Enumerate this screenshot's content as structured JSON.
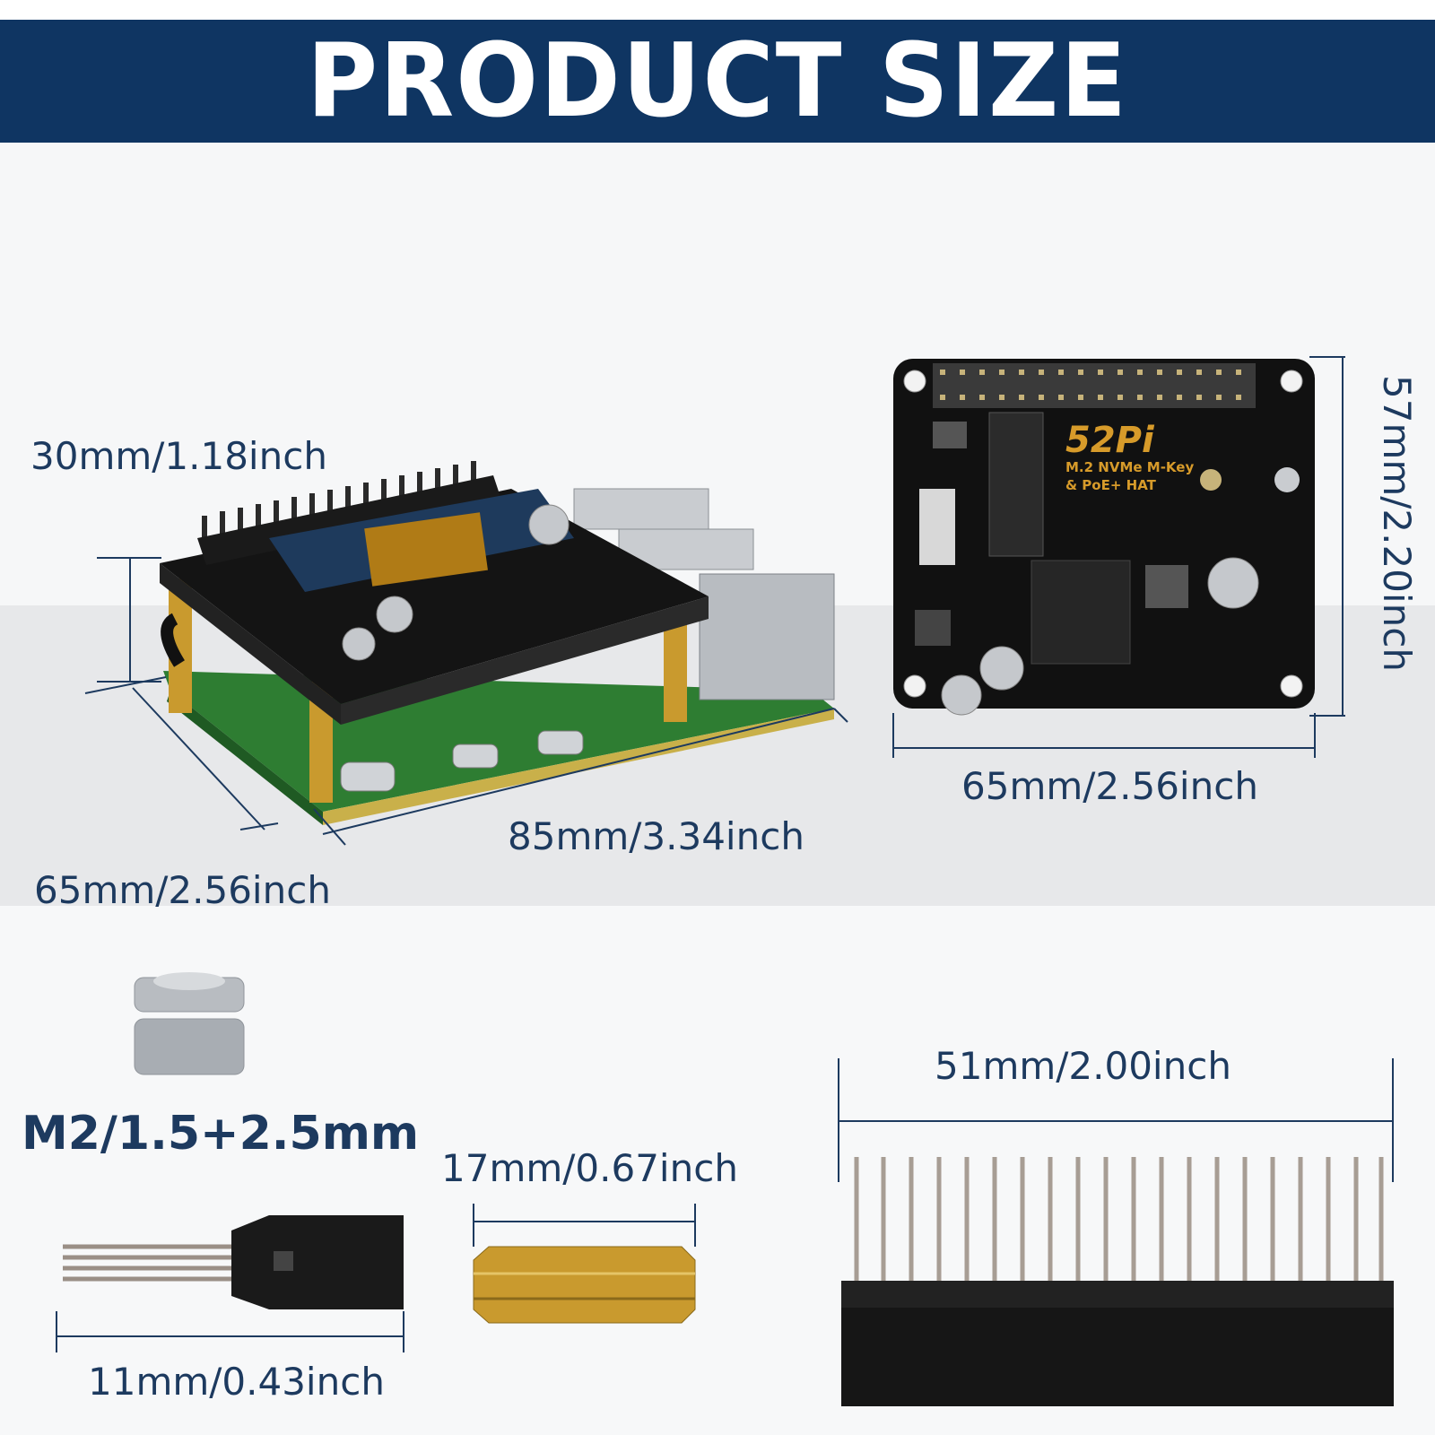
{
  "header": {
    "title": "PRODUCT SIZE"
  },
  "assembly": {
    "height_label": "30mm/1.18inch",
    "length_label": "85mm/3.34inch",
    "width_label": "65mm/2.56inch"
  },
  "hat_board": {
    "brand": "52Pi",
    "line1": "M.2 NVMe M-Key",
    "line2": "& PoE+ HAT",
    "height_label": "57mm/2.20inch",
    "width_label": "65mm/2.56inch"
  },
  "accessories": {
    "nut_label": "M2/1.5+2.5mm",
    "standoff_label": "17mm/0.67inch",
    "jumper_label": "11mm/0.43inch",
    "header_label": "51mm/2.00inch"
  },
  "colors": {
    "banner": "#0f3562",
    "text": "#1d3a5f",
    "pcb_black": "#141414",
    "pcb_green": "#2e7d32",
    "gold": "#c99a2e"
  }
}
